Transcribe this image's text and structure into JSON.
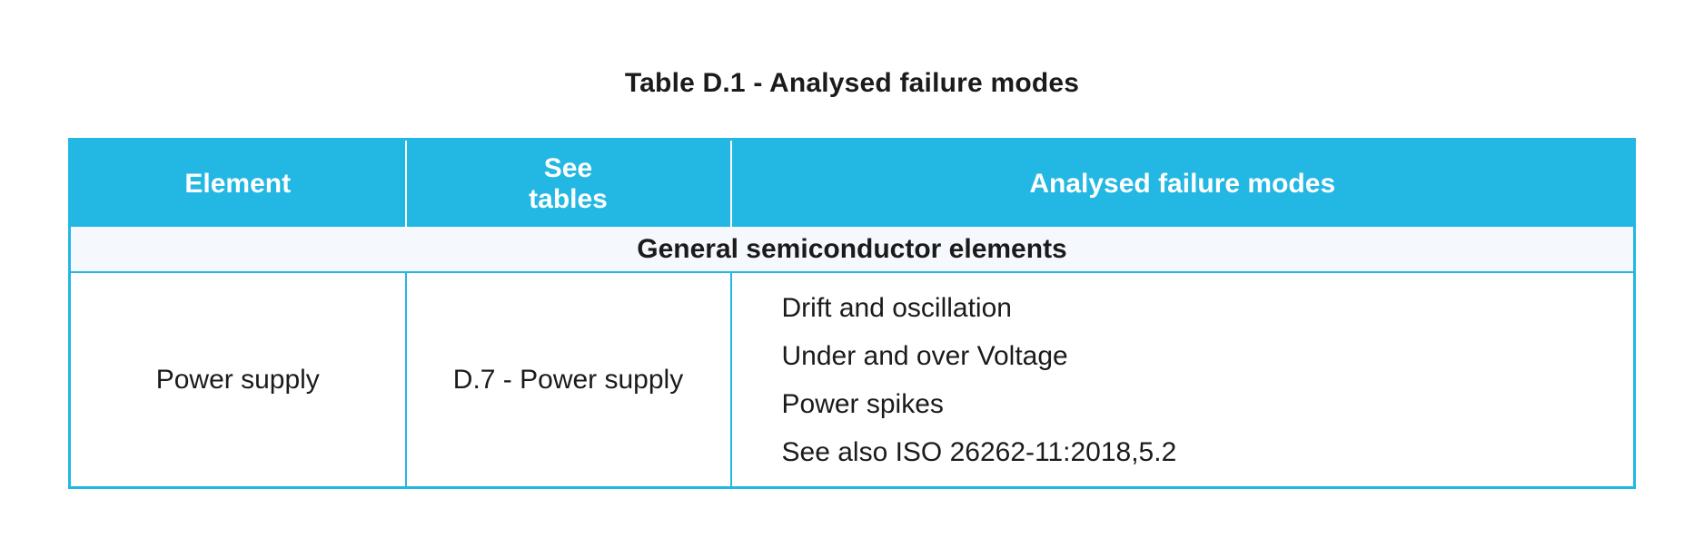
{
  "title": "Table D.1 - Analysed failure modes",
  "table": {
    "headers": [
      "Element",
      "See\ntables",
      "Analysed failure modes"
    ],
    "section_header": "General semiconductor elements",
    "rows": [
      {
        "element": "Power supply",
        "see_tables": "D.7 - Power supply",
        "failure_modes": [
          "Drift and oscillation",
          "Under and over Voltage",
          "Power spikes",
          "See also ISO 26262-11:2018,5.2"
        ]
      }
    ]
  },
  "colors": {
    "header_bg": "#23b7e3",
    "header_text": "#ffffff",
    "section_bg": "#f5f8fc",
    "border": "#23b7e3",
    "body_text": "#1b1b1b"
  }
}
